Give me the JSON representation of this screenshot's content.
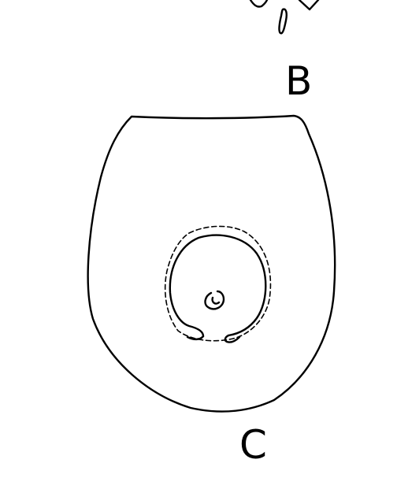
{
  "figure": {
    "panels": [
      {
        "id": "B",
        "label": "B"
      },
      {
        "id": "C",
        "label": "C"
      }
    ],
    "colors": {
      "ink": "#000000",
      "background": "#ffffff"
    }
  }
}
